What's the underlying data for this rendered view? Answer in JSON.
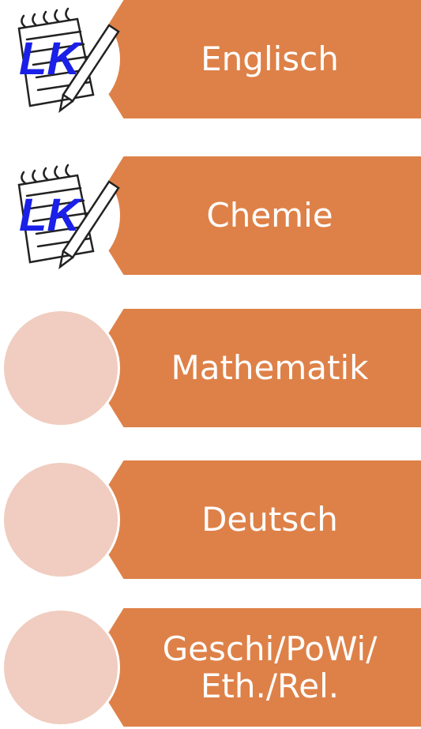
{
  "rows": [
    {
      "label": "Englisch",
      "badge": "LK"
    },
    {
      "label": "Chemie",
      "badge": "LK"
    },
    {
      "label": "Mathematik",
      "badge": ""
    },
    {
      "label": "Deutsch",
      "badge": ""
    },
    {
      "label": "Geschi/PoWi/\nEth./Rel.",
      "badge": ""
    }
  ],
  "colors": {
    "banner": "#de8148",
    "circle": "#f0cdc0",
    "badge_text": "#1a20e8"
  },
  "icons": {
    "lk": "lk-notepad-pencil-icon"
  }
}
